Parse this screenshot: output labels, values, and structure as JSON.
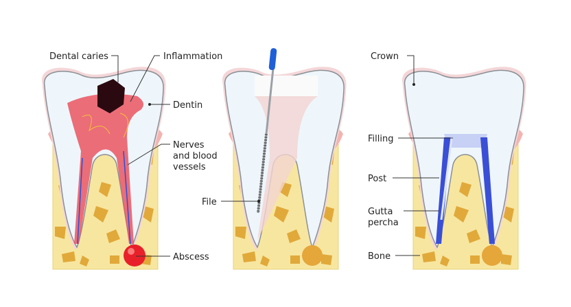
{
  "panels": [
    {
      "name": "infected-tooth",
      "labels": {
        "caries": "Dental caries",
        "inflammation": "Inflammation",
        "dentin": "Dentin",
        "nerves1": "Nerves",
        "nerves2": "and blood",
        "nerves3": "vessels",
        "abscess": "Abscess"
      }
    },
    {
      "name": "cleaning-tooth",
      "labels": {
        "file": "File"
      }
    },
    {
      "name": "restored-tooth",
      "labels": {
        "crown": "Crown",
        "filling": "Filling",
        "post": "Post",
        "gutta1": "Gutta",
        "gutta2": "percha",
        "bone": "Bone"
      }
    }
  ],
  "colors": {
    "bone": "#f7e6a0",
    "bone_spot": "#e0a93a",
    "gum": "#f3b4b0",
    "enamel": "#eef6fb",
    "pulp": "#e8404a",
    "gutta": "#3a4fd6",
    "file_handle": "#1f5fd8"
  }
}
